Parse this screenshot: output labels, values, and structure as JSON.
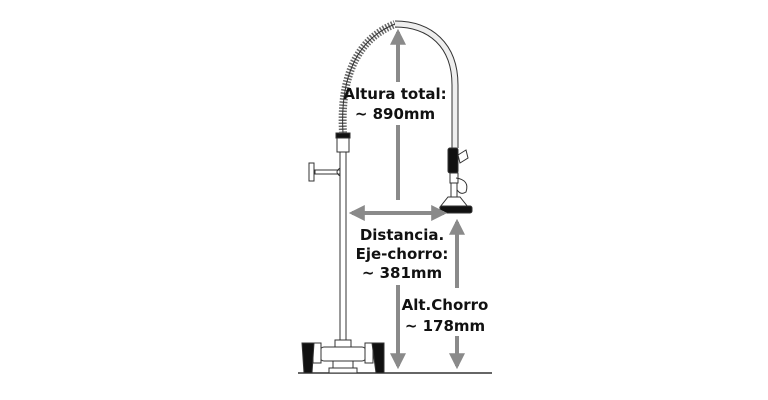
{
  "dimensions": {
    "total_height": {
      "label": "Altura total:",
      "value": "~ 890mm"
    },
    "axis_distance": {
      "label1": "Distancia.",
      "label2": "Eje-chorro:",
      "value": "~ 381mm"
    },
    "spray_height": {
      "label": "Alt.Chorro",
      "value": "~ 178mm"
    }
  },
  "colors": {
    "arrow": "#8a8a8a",
    "outline": "#333333",
    "accent": "#111111"
  }
}
